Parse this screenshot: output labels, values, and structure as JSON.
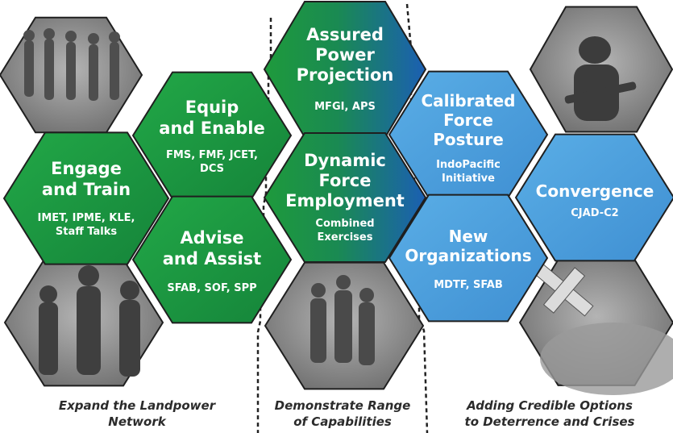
{
  "colors": {
    "green": "#1e9a3c",
    "green_dark": "#167a2f",
    "blue": "#4a9bd8",
    "blue_dark": "#1a5fb0",
    "photo": "#8a8a8a",
    "outline": "#1f1f1f",
    "caption_text": "#2b2b2b"
  },
  "hexes": {
    "engage": {
      "title": [
        "Engage",
        "and Train"
      ],
      "sub": [
        "IMET, IPME, KLE,",
        "Staff Talks"
      ]
    },
    "equip": {
      "title": [
        "Equip",
        "and Enable"
      ],
      "sub": [
        "FMS, FMF, JCET,",
        "DCS"
      ]
    },
    "advise": {
      "title": [
        "Advise",
        "and Assist"
      ],
      "sub": [
        "SFAB, SOF, SPP"
      ]
    },
    "assured": {
      "title": [
        "Assured",
        "Power",
        "Projection"
      ],
      "sub": [
        "MFGI, APS"
      ]
    },
    "dynamic": {
      "title": [
        "Dynamic",
        "Force",
        "Employment"
      ],
      "sub": [
        "Combined",
        "Exercises"
      ]
    },
    "calibrated": {
      "title": [
        "Calibrated",
        "Force",
        "Posture"
      ],
      "sub": [
        "IndoPacific",
        "Initiative"
      ]
    },
    "new_org": {
      "title": [
        "New",
        "Organizations"
      ],
      "sub": [
        "MDTF, SFAB"
      ]
    },
    "convergence": {
      "title": [
        "Convergence"
      ],
      "sub": [
        "CJAD-C2"
      ]
    }
  },
  "photos": {
    "troops": "soldiers-formation-photo",
    "meeting": "soldiers-meeting-photo",
    "exercise": "soldiers-exercise-photo",
    "soldier": "armed-soldier-photo",
    "satellite": "satellite-earth-photo"
  },
  "captions": {
    "left": [
      "Expand the Landpower",
      "Network"
    ],
    "middle": [
      "Demonstrate Range",
      "of Capabilities"
    ],
    "right": [
      "Adding Credible Options",
      "to Deterrence and Crises"
    ]
  }
}
